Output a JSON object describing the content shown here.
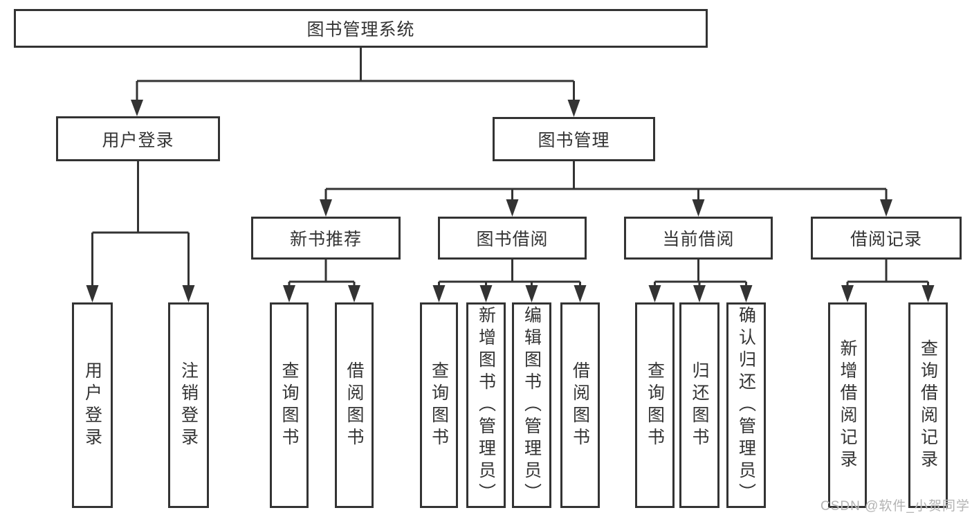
{
  "diagram_type": "tree",
  "tree": {
    "label": "图书管理系统",
    "children": [
      {
        "label": "用户登录",
        "children": [
          {
            "label": "用户登录"
          },
          {
            "label": "注销登录"
          }
        ]
      },
      {
        "label": "图书管理",
        "children": [
          {
            "label": "新书推荐",
            "children": [
              {
                "label": "查询图书"
              },
              {
                "label": "借阅图书"
              }
            ]
          },
          {
            "label": "图书借阅",
            "children": [
              {
                "label": "查询图书"
              },
              {
                "label": "新增图书（管理员）"
              },
              {
                "label": "编辑图书（管理员）"
              },
              {
                "label": "借阅图书"
              }
            ]
          },
          {
            "label": "当前借阅",
            "children": [
              {
                "label": "查询图书"
              },
              {
                "label": "归还图书"
              },
              {
                "label": "确认归还（管理员）"
              }
            ]
          },
          {
            "label": "借阅记录",
            "children": [
              {
                "label": "新增借阅记录"
              },
              {
                "label": "查询借阅记录"
              }
            ]
          }
        ]
      }
    ]
  },
  "watermark": "CSDN @软件_小贺同学",
  "colors": {
    "line": "#333333",
    "text": "#333333",
    "watermark": "#b3b3b3",
    "background": "#ffffff"
  }
}
